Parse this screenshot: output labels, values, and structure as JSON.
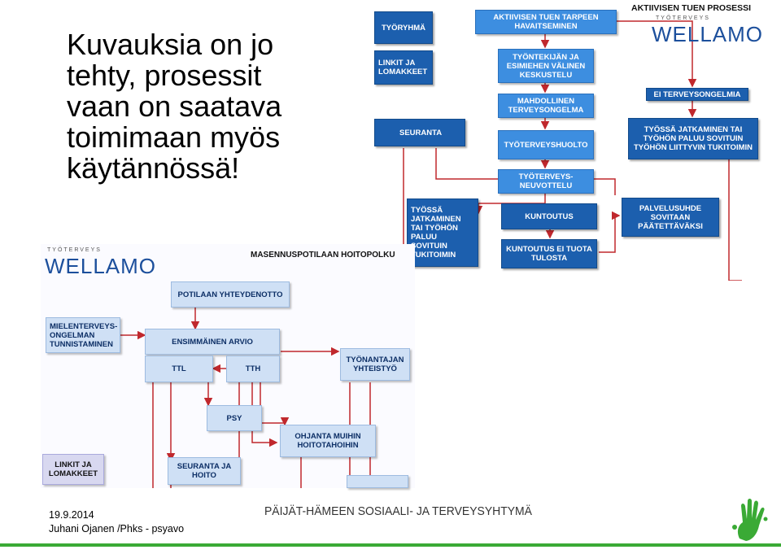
{
  "headline": {
    "line1": "Kuvauksia on jo",
    "line2": "tehty, prosessit",
    "line3": "vaan on saatava",
    "line4": "toimimaan myös",
    "line5": "käytännössä!"
  },
  "right_panel": {
    "title": "AKTIIVISEN TUEN PROSESSI",
    "brand_small": "TYÖTERVEYS",
    "brand_big": "WELLAMO",
    "boxes": {
      "tyoryhma": "TYÖRYHMÄ",
      "linkit": "LINKIT JA LOMAKKEET",
      "seuranta": "SEURANTA",
      "aktiivisen": "AKTIIVISEN TUEN TARPEEN HAVAITSEMINEN",
      "tyontekijan": "TYÖNTEKIJÄN JA ESIMIEHEN VÄLINEN KESKUSTELU",
      "mahdollinen": "MAHDOLLINEN TERVEYSONGELMA",
      "tyoterveyshuolto": "TYÖTERVEYSHUOLTO",
      "neuvottelu": "TYÖTERVEYS-NEUVOTTELU",
      "ei_terveys": "EI TERVEYSONGELMIA",
      "tyossa_right": "TYÖSSÄ JATKAMINEN TAI TYÖHÖN PALUU SOVITUIN TYÖHÖN LIITTYVIN TUKITOIMIN",
      "tyossa_left": "TYÖSSÄ JATKAMINEN TAI TYÖHÖN PALUU SOVITUIN TUKITOIMIN",
      "kuntoutus": "KUNTOUTUS",
      "kuntoutus_ei": "KUNTOUTUS EI TUOTA TULOSTA",
      "palvelussuhde": "PALVELUSUHDE SOVITAAN PÄÄTETTÄVÄKSI"
    }
  },
  "left_panel": {
    "title": "MASENNUSPOTILAAN HOITOPOLKU",
    "brand_small": "TYÖTERVEYS",
    "brand_big": "WELLAMO",
    "boxes": {
      "yhteydenotto": "POTILAAN YHTEYDENOTTO",
      "mielenterveys": "MIELENTERVEYS-ONGELMAN TUNNISTAMINEN",
      "ensimmainen": "ENSIMMÄINEN ARVIO",
      "ttl": "TTL",
      "tth": "TTH",
      "tyonantajan": "TYÖNANTAJAN YHTEISTYÖ",
      "psy": "PSY",
      "ohjanta": "OHJANTA MUIHIN HOITOTAHOIHIN",
      "linkit": "LINKIT JA LOMAKKEET",
      "seuranta": "SEURANTA JA HOITO"
    }
  },
  "footer": {
    "date": "19.9.2014",
    "author": "Juhani Ojanen /Phks - psyavo",
    "org": "PÄIJÄT-HÄMEEN SOSIAALI- JA TERVEYSYHTYMÄ"
  },
  "colors": {
    "dark_box": "#1c5fae",
    "mid_box": "#3d8ee0",
    "light_box": "#cfe0f5",
    "arrow": "#c0282d",
    "footer_line": "#3aaa35"
  }
}
